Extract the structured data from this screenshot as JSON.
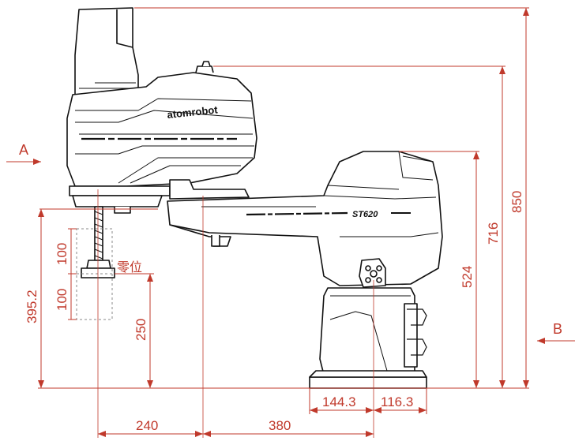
{
  "labels": {
    "view_a": "A",
    "view_b": "B",
    "brand": "atomrobot",
    "model": "ST620",
    "zero_position": "零位"
  },
  "dimensions": {
    "total_height": "850",
    "second_arm_height": "716",
    "joint_height": "524",
    "stroke_top": "395.2",
    "stroke_upper": "100",
    "stroke_lower": "100",
    "zero_height": "250",
    "arm1_length": "240",
    "arm2_length": "380",
    "base_left": "144.3",
    "base_right": "116.3"
  },
  "colors": {
    "dimension": "#c0392b",
    "outline": "#111111",
    "hidden": "#888888"
  }
}
